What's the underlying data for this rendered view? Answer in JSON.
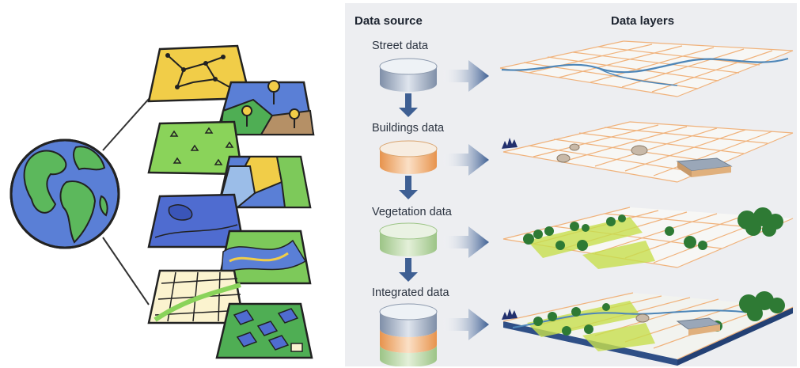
{
  "headers": {
    "data_source": "Data source",
    "data_layers": "Data layers"
  },
  "sources": [
    {
      "label": "Street data",
      "top_color": "#eef2f6",
      "body_color": "#a7b3c5",
      "dark_color": "#7b8aa3"
    },
    {
      "label": "Buildings data",
      "top_color": "#f7ede1",
      "body_color": "#f2b27a",
      "dark_color": "#d8823d"
    },
    {
      "label": "Vegetation data",
      "top_color": "#eaf2e3",
      "body_color": "#bcd8a8",
      "dark_color": "#8fb877"
    },
    {
      "label": "Integrated data",
      "top_color": "#eef2f6",
      "body_color": "#a7b3c5",
      "dark_color": "#7b8aa3"
    }
  ],
  "colors": {
    "arrow": "#3e5f93",
    "grid_line": "#f0b27b",
    "road": "#4d86b8",
    "base_slab": "#2f4f86",
    "tree": "#2e7a34",
    "grass": "#c7de4e"
  },
  "icons": {
    "globe": "globe-icon",
    "map_layers": "layered-map-icons"
  }
}
